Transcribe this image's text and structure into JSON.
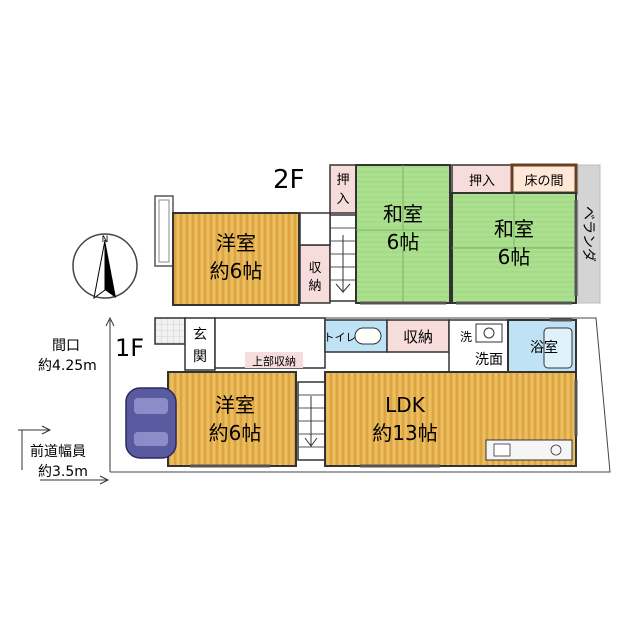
{
  "floor2": {
    "label": "2F",
    "western_room": {
      "name": "洋室",
      "size": "約6帖"
    },
    "closet_small": {
      "label1": "収",
      "label2": "納"
    },
    "oshiire_left": {
      "label1": "押",
      "label2": "入"
    },
    "japanese_room_1": {
      "name": "和室",
      "size": "6帖"
    },
    "japanese_room_2": {
      "name": "和室",
      "size": "6帖"
    },
    "oshiire_right": {
      "label": "押入"
    },
    "tokonoma": {
      "label": "床の間"
    },
    "veranda": {
      "label": "ベランダ"
    }
  },
  "floor1": {
    "label": "1F",
    "entrance": {
      "label1": "玄",
      "label2": "関"
    },
    "upper_storage": {
      "label": "上部収納"
    },
    "toilet": {
      "label": "トイレ"
    },
    "storage": {
      "label": "収納"
    },
    "washroom": {
      "label_small": "洗",
      "label": "洗面"
    },
    "bathroom": {
      "label": "浴室"
    },
    "western_room": {
      "name": "洋室",
      "size": "約6帖"
    },
    "ldk": {
      "name": "LDK",
      "size": "約13帖"
    }
  },
  "site": {
    "frontage_label": "間口",
    "frontage_value": "約4.25m",
    "road_label": "前道幅員",
    "road_value": "約3.5m"
  },
  "compass": {
    "north": "N"
  },
  "colors": {
    "wood": "#e6b04a",
    "tatami": "#a9e08d",
    "storage_pink": "#f7dcdc",
    "tokonoma_brown": "#8a5a2e",
    "wet_blue": "#bfe3f5",
    "veranda_gray": "#d0d0d0",
    "car": "#5a5aa0"
  }
}
